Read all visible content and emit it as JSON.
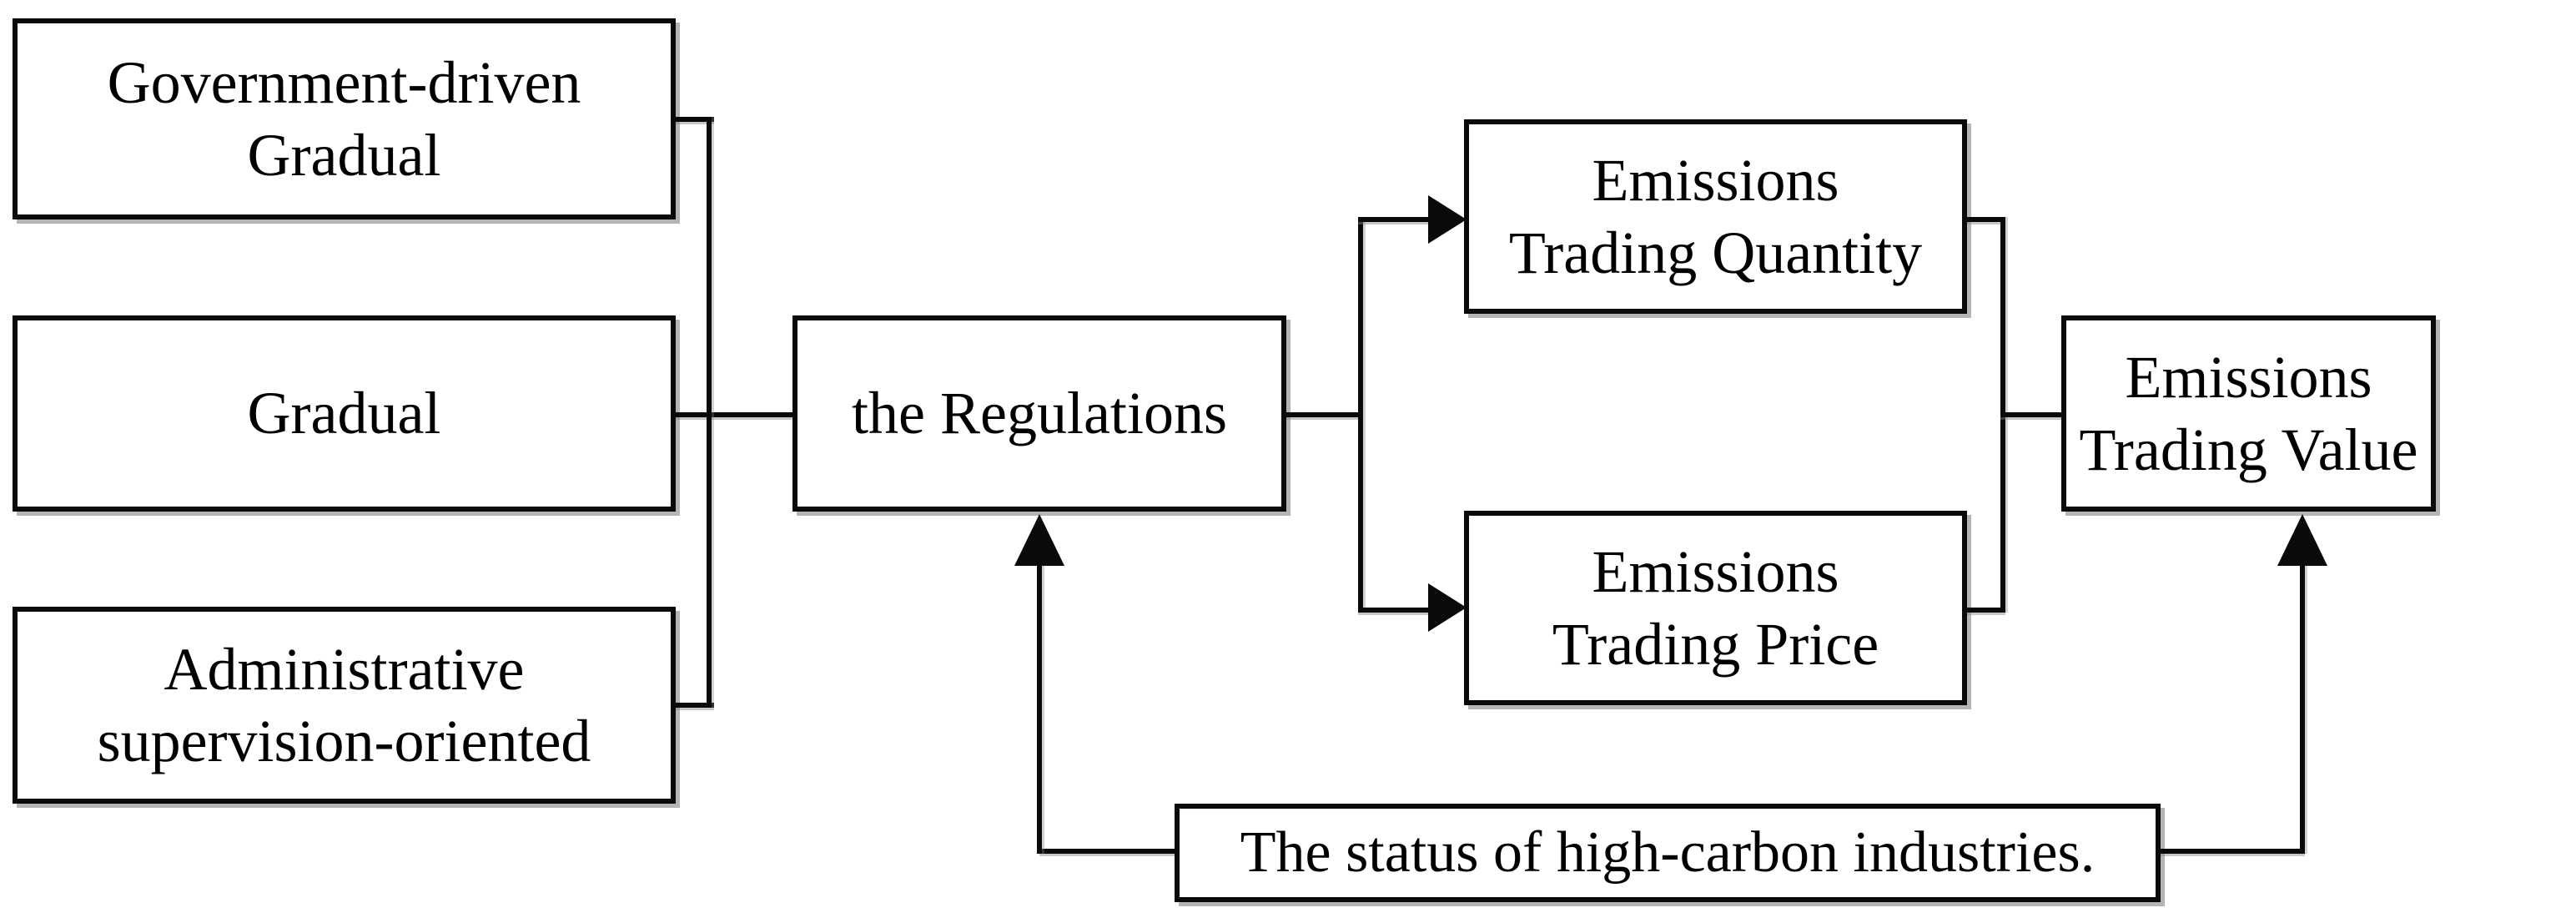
{
  "figure": {
    "type": "flow-diagram",
    "background_color": "#ffffff",
    "line_color": "#0a0a0a",
    "text_color": "#000000",
    "box_shadow_color": "#787878",
    "nodes": {
      "government": {
        "line1": "Government-driven",
        "line2": "Gradual"
      },
      "gradual": {
        "line1": "Gradual"
      },
      "administrative": {
        "line1": "Administrative",
        "line2": "supervision-oriented"
      },
      "regulations": {
        "line1": "the Regulations"
      },
      "quantity": {
        "line1": "Emissions",
        "line2": "Trading Quantity"
      },
      "price": {
        "line1": "Emissions",
        "line2": "Trading Price"
      },
      "value": {
        "line1": "Emissions",
        "line2": "Trading Value"
      },
      "status": {
        "line1": "The status of high-carbon industries."
      }
    },
    "edges": [
      {
        "from": "government",
        "to": "regulations",
        "arrow": false
      },
      {
        "from": "gradual",
        "to": "regulations",
        "arrow": false
      },
      {
        "from": "administrative",
        "to": "regulations",
        "arrow": false
      },
      {
        "from": "regulations",
        "to": "quantity",
        "arrow": true
      },
      {
        "from": "regulations",
        "to": "price",
        "arrow": true
      },
      {
        "from": "quantity",
        "to": "value",
        "arrow": false
      },
      {
        "from": "price",
        "to": "value",
        "arrow": false
      },
      {
        "from": "status",
        "to": "regulations",
        "arrow": true
      },
      {
        "from": "status",
        "to": "value",
        "arrow": true
      }
    ]
  }
}
